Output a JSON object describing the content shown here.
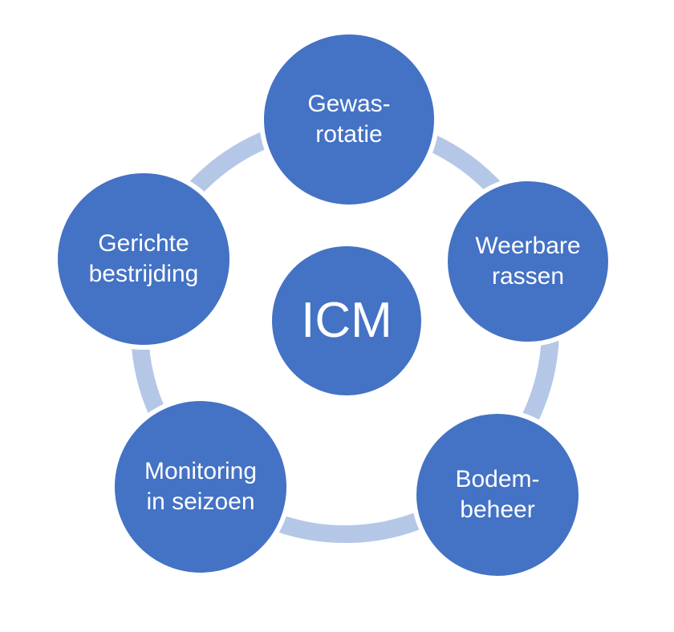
{
  "diagram": {
    "type": "cycle",
    "center": {
      "label": "ICM"
    },
    "nodes": [
      {
        "id": "gewas-rotatie",
        "label": "Gewas-\nrotatie",
        "position": "top"
      },
      {
        "id": "weerbare-rassen",
        "label": "Weerbare\nrassen",
        "position": "right"
      },
      {
        "id": "bodem-beheer",
        "label": "Bodem-\nbeheer",
        "position": "bottom-right"
      },
      {
        "id": "monitoring-in-seizoen",
        "label": "Monitoring\nin seizoen",
        "position": "bottom-left"
      },
      {
        "id": "gerichte-bestrijding",
        "label": "Gerichte\nbestrijding",
        "position": "left"
      }
    ],
    "colors": {
      "node_fill": "#4472c4",
      "node_text": "#ffffff",
      "ring": "#b4c7e7",
      "background": "#ffffff"
    }
  }
}
